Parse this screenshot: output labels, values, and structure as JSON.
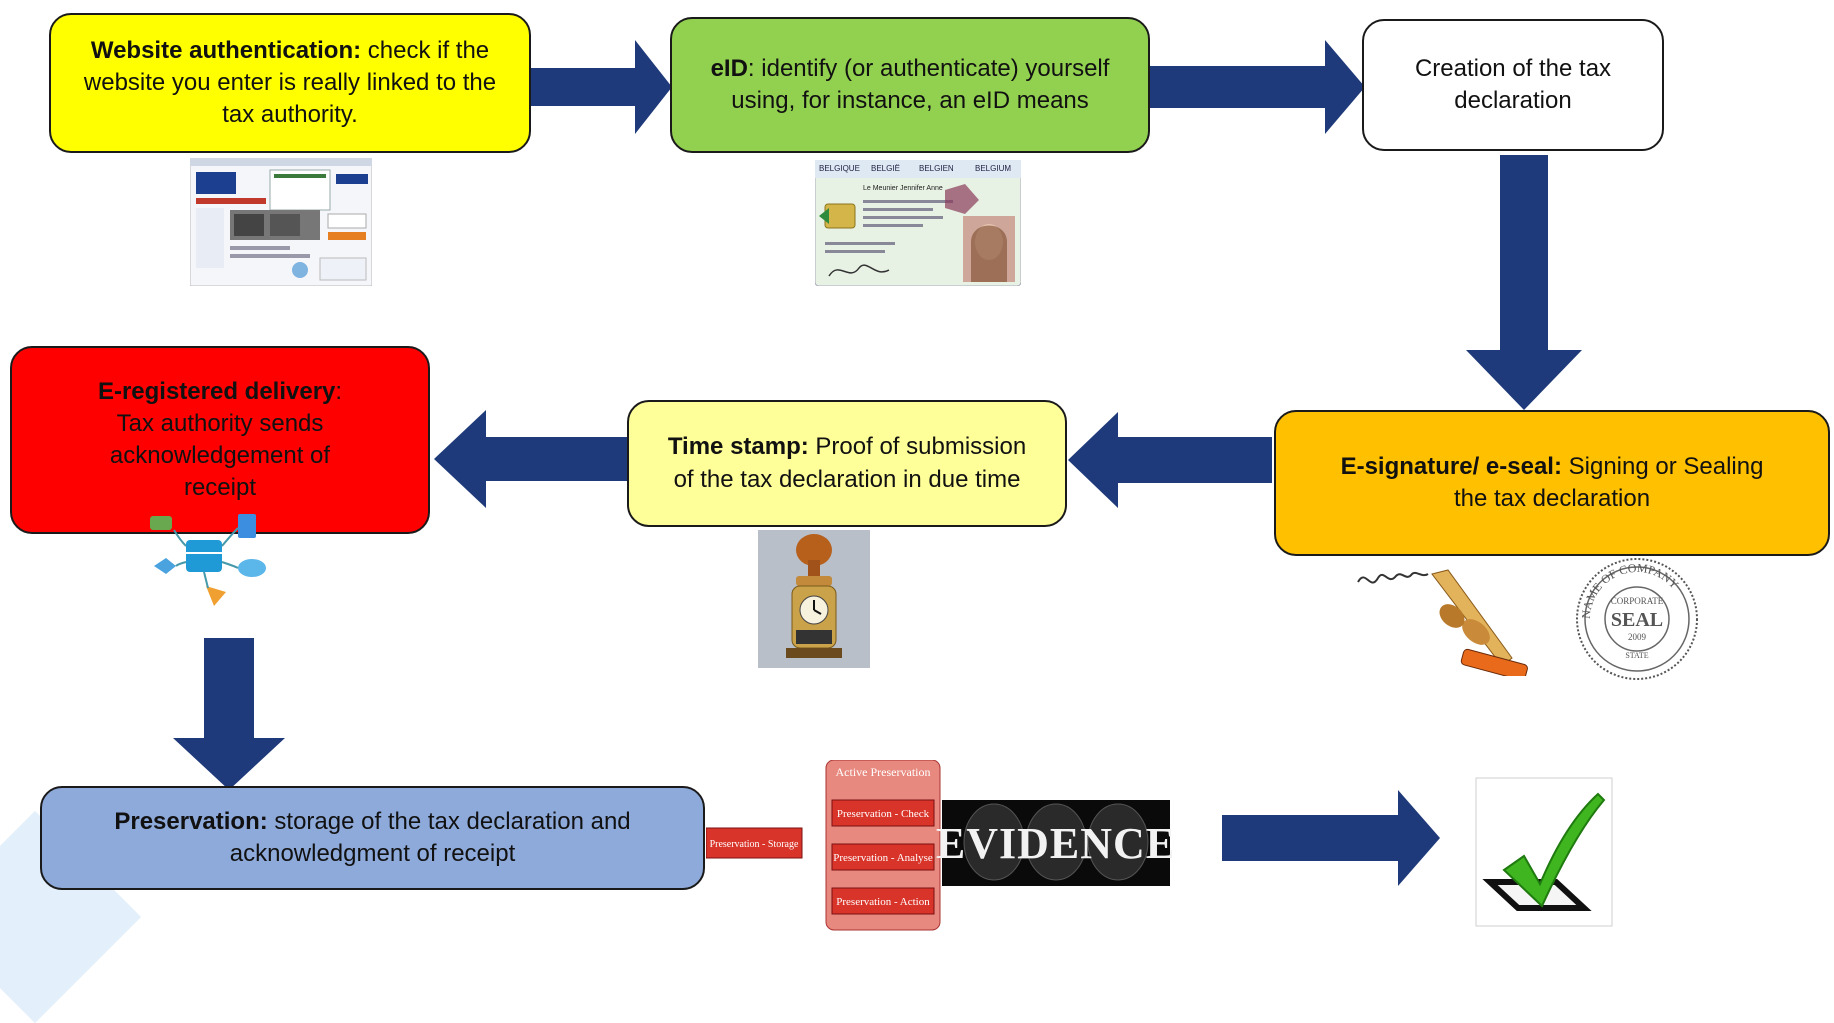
{
  "colors": {
    "arrow": "#1f3a7a",
    "yellow": "#ffff00",
    "green": "#92d050",
    "white": "#ffffff",
    "orange": "#ffc000",
    "light_yellow": "#ffff99",
    "red": "#ff0000",
    "blue": "#8eaadb"
  },
  "boxes": {
    "website_auth": {
      "bold": "Website authentication:",
      "text": " check if the website you enter is really linked to the tax authority."
    },
    "eid": {
      "bold": "eID",
      "text": ": identify (or authenticate) yourself using, for instance, an eID means"
    },
    "creation": {
      "text": "Creation of the tax declaration"
    },
    "esignature": {
      "bold": "E-signature/ e-seal:",
      "text": " Signing or Sealing the tax declaration"
    },
    "timestamp": {
      "bold": "Time stamp:",
      "text": " Proof of submission of the tax declaration in due time"
    },
    "eregistered": {
      "bold": "E-registered delivery",
      "text": ": Tax authority sends acknowledgement of receipt"
    },
    "preservation": {
      "bold": "Preservation:",
      "text": " storage of the tax declaration and acknowledgment of receipt"
    }
  },
  "eid_card": {
    "countries": [
      "BELGIQUE",
      "BELGIË",
      "BELGIEN",
      "BELGIUM"
    ],
    "holder": "Le Meunier Jennifer Anne"
  },
  "preservation_diagram": {
    "storage": "Preservation - Storage",
    "active_title": "Active Preservation",
    "steps": [
      "Preservation - Check",
      "Preservation - Analyse",
      "Preservation - Action"
    ],
    "evidence": "EVIDENCE"
  },
  "seal": {
    "top": "NAME OF COMPANY",
    "corporate": "CORPORATE",
    "word": "SEAL",
    "year": "2009",
    "state": "STATE"
  }
}
